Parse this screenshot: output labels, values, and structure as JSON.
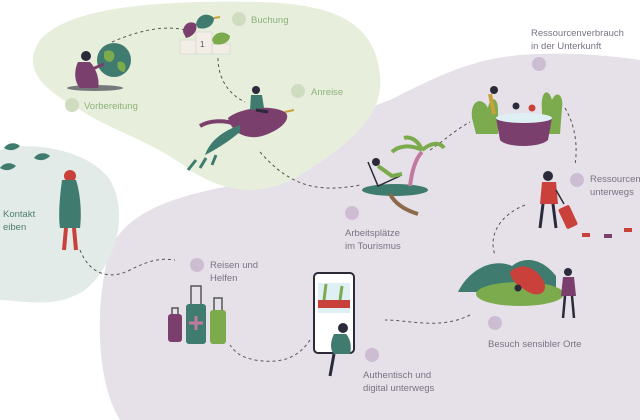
{
  "colors": {
    "green_blob": "#e7efdc",
    "grey_blob": "#e6e1e9",
    "teal_blob": "#e2ebe8",
    "green_label": "#8fb07a",
    "grey_label": "#7a7283",
    "teal_label": "#4f7f72",
    "dot_green": "#cfdcc0",
    "dot_grey": "#cdbdd2",
    "plum": "#7b3f6e",
    "teal": "#3f7b6e",
    "leaf_green": "#7cab4d",
    "red": "#c9413a"
  },
  "stations": {
    "vorbereitung": {
      "label": "Vorbereitung",
      "icon": "globe-icon"
    },
    "buchung": {
      "label": "Buchung",
      "icon": "podium-birds-icon"
    },
    "anreise": {
      "label": "Anreise",
      "icon": "flying-bird-icon"
    },
    "kontakt": {
      "lines": [
        "Kontakt",
        "eiben"
      ],
      "icon": "woman-with-birds-icon"
    },
    "reisen_helfen": {
      "lines": [
        "Reisen und",
        "Helfen"
      ],
      "icon": "suitcases-icon"
    },
    "authentisch": {
      "lines": [
        "Authentisch und",
        "digital unterwegs"
      ],
      "icon": "phone-icon"
    },
    "arbeitsplaetze": {
      "lines": [
        "Arbeitsplätze",
        "im Tourismus"
      ],
      "icon": "island-deckchair-icon"
    },
    "ressourcenverbrauch": {
      "lines": [
        "Ressourcenverbrauch",
        "in der Unterkunft"
      ],
      "icon": "hot-tub-icon"
    },
    "ressourcen_unterwegs": {
      "lines": [
        "Ressourcen",
        "unterwegs"
      ],
      "icon": "traveler-with-luggage-icon"
    },
    "besuch": {
      "label": "Besuch sensibler Orte",
      "icon": "hills-animal-icon"
    }
  }
}
